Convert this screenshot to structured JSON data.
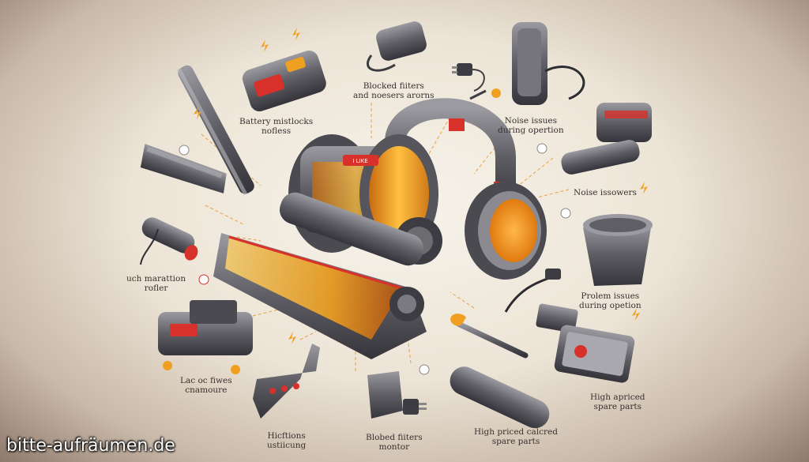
{
  "labels": {
    "blocked_filters_top": {
      "line1": "Blocked fiiters",
      "line2": "and noesers arorns"
    },
    "noise_issues_top": {
      "line1": "Noise issues",
      "line2": "during opertion"
    },
    "battery": {
      "line1": "Battery mistlocks",
      "line2": "nofless"
    },
    "noise_issowers": {
      "line1": "Noise issowers",
      "line2": ""
    },
    "marattion_rofler": {
      "line1": "uch marattion",
      "line2": "rofler"
    },
    "prolem_issues": {
      "line1": "Prolem issues",
      "line2": "during opetion"
    },
    "lac_fives": {
      "line1": "Lac oc fiwes",
      "line2": "cnamoure"
    },
    "high_apriced": {
      "line1": "High apriced",
      "line2": "spare parts"
    },
    "hicftions": {
      "line1": "Hicftions",
      "line2": "ustiicung"
    },
    "blobed_filters": {
      "line1": "Blobed fiiters",
      "line2": "montor"
    },
    "high_priced_bottom": {
      "line1": "High priced calcred",
      "line2": "spare parts"
    }
  },
  "body_text": "I LIKE",
  "watermark": "bitte-aufräumen.de",
  "colors": {
    "accent_orange": "#f0a020",
    "accent_red": "#d8302a",
    "metal_gray": "#6b6b70",
    "dark_gray": "#3c3c42"
  }
}
